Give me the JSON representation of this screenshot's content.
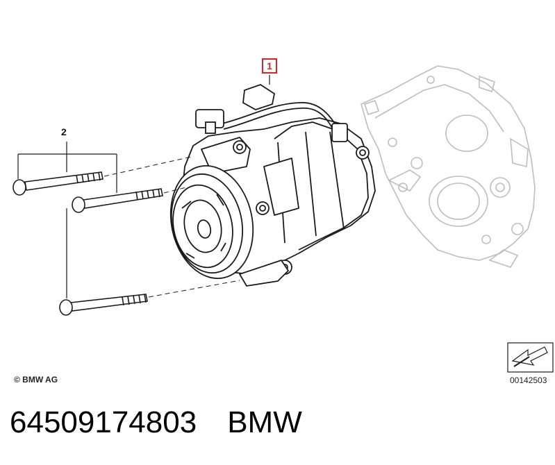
{
  "callouts": {
    "part_1": "1",
    "part_2": "2"
  },
  "copyright": "© BMW AG",
  "reference_number": "00142503",
  "footer": {
    "part_number": "64509174803",
    "brand": "BMW"
  },
  "colors": {
    "callout_highlight": "#dd2222",
    "line_art": "#1a1a1a",
    "background_part": "#bdbdbd"
  },
  "icons": [
    "direction-arrow-icon"
  ]
}
